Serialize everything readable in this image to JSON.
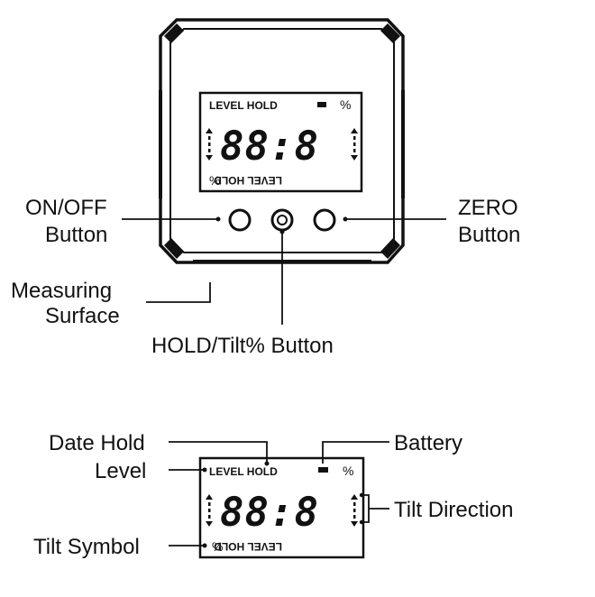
{
  "device": {
    "lcd_top_left": "LEVEL HOLD",
    "lcd_top_right": "%",
    "lcd_digits": "88:8",
    "lcd_bottom_left": "%",
    "lcd_bottom_right": "LEVEL HOLD"
  },
  "callouts": {
    "on_off_line1": "ON/OFF",
    "on_off_line2": "Button",
    "zero_line1": "ZERO",
    "zero_line2": "Button",
    "measuring_line1": "Measuring",
    "measuring_line2": "Surface",
    "hold_tilt": "HOLD/Tilt% Button"
  },
  "display_diagram": {
    "lcd_top_left": "LEVEL HOLD",
    "lcd_top_right": "%",
    "lcd_digits": "88:8",
    "lcd_bottom_left": "%",
    "lcd_bottom_right": "LEVEL HOLD",
    "labels": {
      "date_hold": "Date Hold",
      "level": "Level",
      "battery": "Battery",
      "tilt_direction": "Tilt Direction",
      "tilt_symbol": "Tilt Symbol"
    }
  }
}
